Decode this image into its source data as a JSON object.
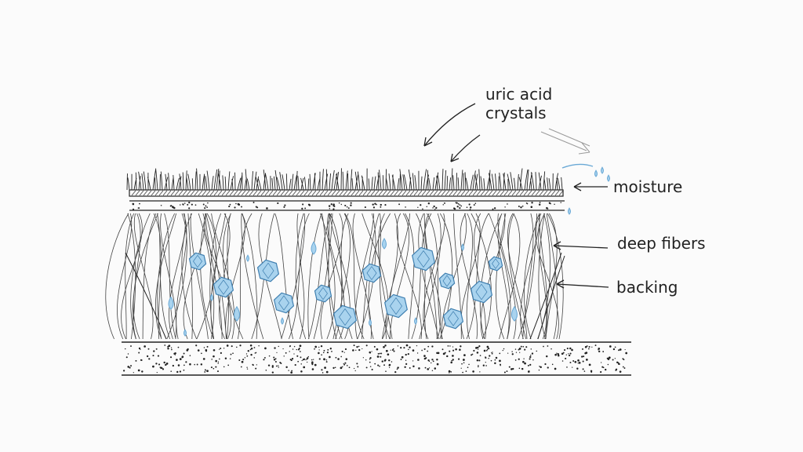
{
  "labels": {
    "uric_line1": "uric acid",
    "uric_line2": "crystals",
    "moisture": "moisture",
    "deep_fibers": "deep fibers",
    "backing": "backing"
  },
  "colors": {
    "ink": "#222222",
    "crystal_fill": "#a9d3ee",
    "crystal_edge": "#3f7fb0",
    "moisture_drop": "#6aa9d6"
  }
}
